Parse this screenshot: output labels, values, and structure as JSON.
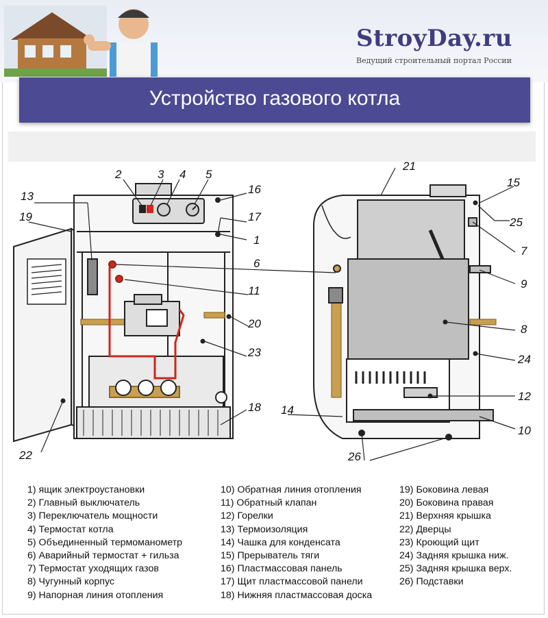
{
  "brand": {
    "name": "StroyDay",
    "domain": ".ru",
    "tagline": "Ведущий строительный портал России"
  },
  "banner": {
    "title": "Устройство газового котла"
  },
  "diagram": {
    "callouts": [
      "1",
      "2",
      "3",
      "4",
      "5",
      "6",
      "7",
      "8",
      "9",
      "10",
      "11",
      "12",
      "13",
      "14",
      "15",
      "16",
      "17",
      "18",
      "19",
      "20",
      "21",
      "22",
      "23",
      "24",
      "25",
      "26"
    ]
  },
  "legend": {
    "col1": [
      "1) ящик электроустановки",
      "2) Главный выключатель",
      "3) Переключатель мощности",
      "4) Термостат котла",
      "5) Объединенный термоманометр",
      "6) Аварийный термостат + гильза",
      "7) Термостат уходящих газов",
      "8) Чугунный корпус",
      "9) Напорная линия отопления"
    ],
    "col2": [
      "10) Обратная линия отопления",
      "11) Обратный клапан",
      "12) Горелки",
      "13) Термоизоляция",
      "14) Чашка для конденсата",
      "15) Прерыватель тяги",
      "16) Пластмассовая панель",
      "17) Щит пластмассовой панели",
      "18) Нижняя пластмассовая доска"
    ],
    "col3": [
      "19) Боковина левая",
      "20) Боковина правая",
      "21) Верхняя крышка",
      "22) Дверцы",
      "23) Кроющий щит",
      "24) Задняя крышка ниж.",
      "25) Задняя крышка верх.",
      "26) Подставки"
    ]
  },
  "colors": {
    "banner": "#4b4a92",
    "brand": "#3f3c80",
    "pipe": "#c8a050",
    "wire": "#d0261c"
  }
}
